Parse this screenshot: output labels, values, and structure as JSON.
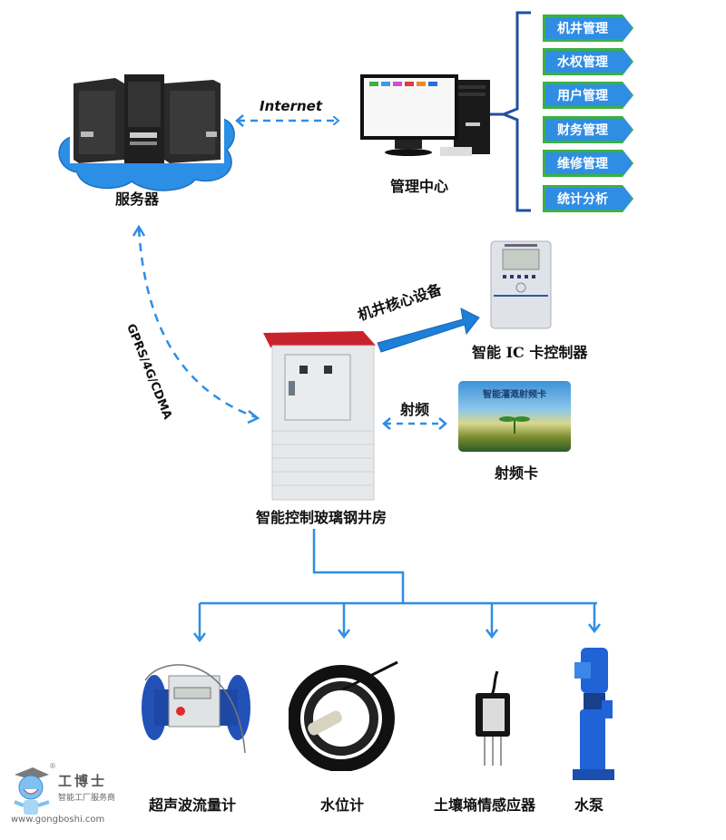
{
  "server": {
    "label": "服务器"
  },
  "management_center": {
    "label": "管理中心"
  },
  "links": {
    "internet": "Internet",
    "wireless": "GPRS/4G/CDMA",
    "core_device": "机井核心设备",
    "rf": "射频"
  },
  "management_menu": [
    {
      "label": "机井管理"
    },
    {
      "label": "水权管理"
    },
    {
      "label": "用户管理"
    },
    {
      "label": "财务管理"
    },
    {
      "label": "维修管理"
    },
    {
      "label": "统计分析"
    }
  ],
  "ic_controller": {
    "label": "智能 IC 卡控制器"
  },
  "rf_card": {
    "label": "射频卡",
    "card_title": "智能灌溉射频卡"
  },
  "well_house": {
    "label": "智能控制玻璃钢井房"
  },
  "devices": [
    {
      "label": "超声波流量计"
    },
    {
      "label": "水位计"
    },
    {
      "label": "土壤墒情感应器"
    },
    {
      "label": "水泵"
    }
  ],
  "logo": {
    "brand": "工博士",
    "tagline": "智能工厂服务商",
    "url": "www.gongboshi.com",
    "registered": "®"
  },
  "colors": {
    "arrow_blue": "#2f8de4",
    "menu_fill": "#2f8de4",
    "menu_border": "#3cb043",
    "bracket": "#1f4fa0",
    "roof_red": "#c8232c"
  }
}
